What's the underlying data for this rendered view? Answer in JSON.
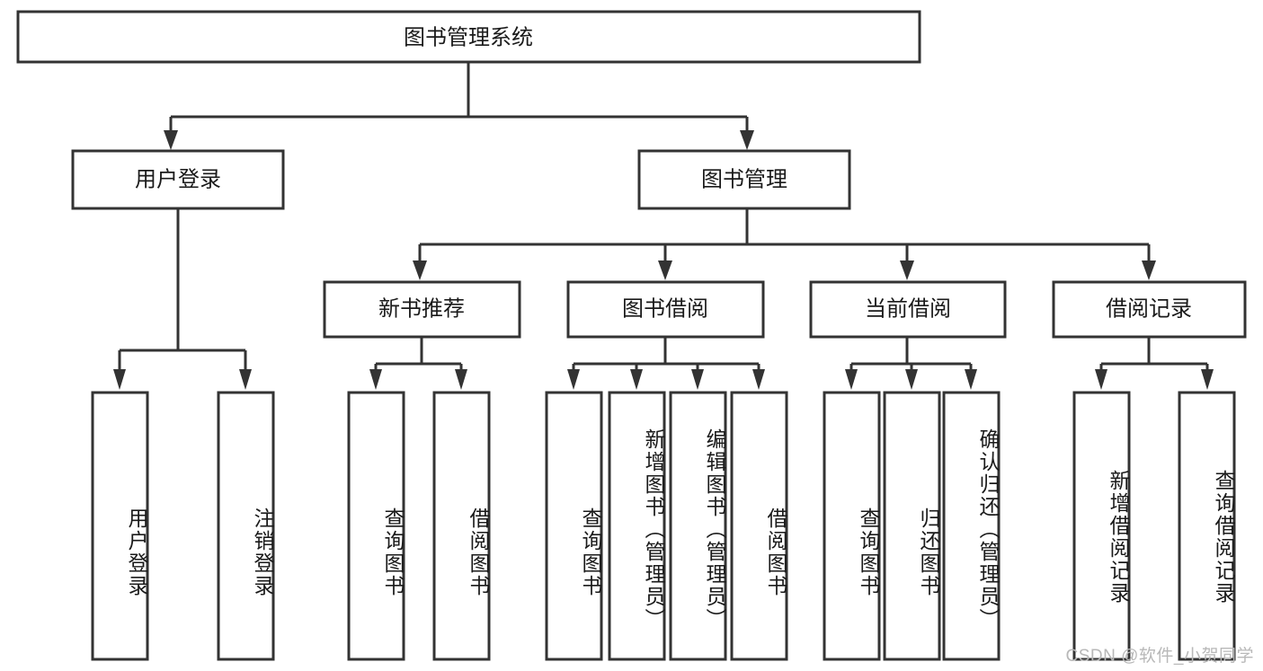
{
  "diagram": {
    "type": "tree-hierarchy-chart",
    "title": "图书管理系统",
    "watermark": "CSDN @软件_小贺同学",
    "colors": {
      "box_stroke": "#333333",
      "box_fill": "#ffffff",
      "text": "#1a1a1a",
      "background": "#ffffff",
      "watermark": "#b8b8b8"
    },
    "levels": {
      "root": {
        "label": "图书管理系统"
      },
      "level2": [
        {
          "id": "user-login",
          "label": "用户登录"
        },
        {
          "id": "book-management",
          "label": "图书管理"
        }
      ],
      "level3": [
        {
          "id": "new-book-recommend",
          "label": "新书推荐",
          "parent": "book-management"
        },
        {
          "id": "book-borrow",
          "label": "图书借阅",
          "parent": "book-management"
        },
        {
          "id": "current-borrow",
          "label": "当前借阅",
          "parent": "book-management"
        },
        {
          "id": "borrow-record",
          "label": "借阅记录",
          "parent": "book-management"
        }
      ],
      "leaves": [
        {
          "id": "leaf-user-login",
          "label": "用户登录",
          "parent": "user-login"
        },
        {
          "id": "leaf-logout-login",
          "label": "注销登录",
          "parent": "user-login"
        },
        {
          "id": "leaf-query-book-1",
          "label": "查询图书",
          "parent": "new-book-recommend"
        },
        {
          "id": "leaf-borrow-book-1",
          "label": "借阅图书",
          "parent": "new-book-recommend"
        },
        {
          "id": "leaf-query-book-2",
          "label": "查询图书",
          "parent": "book-borrow"
        },
        {
          "id": "leaf-add-book",
          "label": "新增图书（管理员）",
          "parent": "book-borrow"
        },
        {
          "id": "leaf-edit-book",
          "label": "编辑图书（管理员）",
          "parent": "book-borrow"
        },
        {
          "id": "leaf-borrow-book-2",
          "label": "借阅图书",
          "parent": "book-borrow"
        },
        {
          "id": "leaf-query-book-3",
          "label": "查询图书",
          "parent": "current-borrow"
        },
        {
          "id": "leaf-return-book",
          "label": "归还图书",
          "parent": "current-borrow"
        },
        {
          "id": "leaf-confirm-return",
          "label": "确认归还（管理员）",
          "parent": "current-borrow"
        },
        {
          "id": "leaf-add-record",
          "label": "新增借阅记录",
          "parent": "borrow-record"
        },
        {
          "id": "leaf-query-record",
          "label": "查询借阅记录",
          "parent": "borrow-record"
        }
      ]
    }
  }
}
